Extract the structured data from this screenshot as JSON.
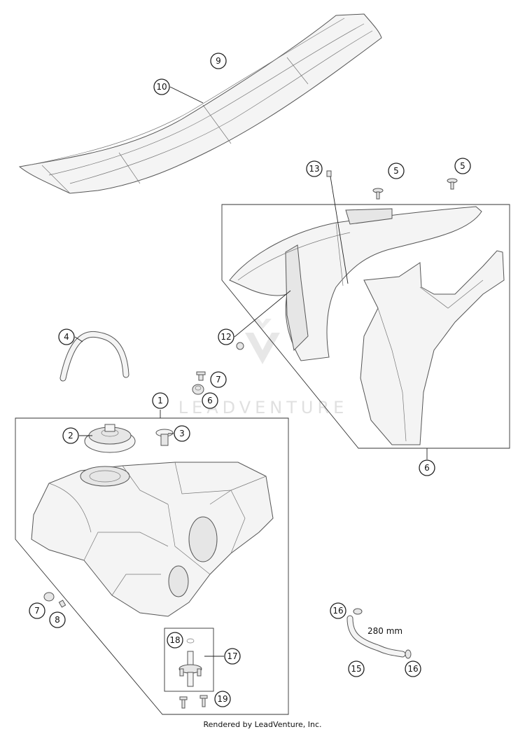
{
  "callouts": [
    "1",
    "2",
    "3",
    "4",
    "5",
    "5",
    "6",
    "6",
    "7",
    "7",
    "8",
    "9",
    "10",
    "12",
    "13",
    "15",
    "16",
    "16",
    "17",
    "18",
    "19"
  ],
  "measurement_note": "280 mm",
  "watermark": "LEADVENTURE",
  "footer": "Rendered by LeadVenture, Inc."
}
